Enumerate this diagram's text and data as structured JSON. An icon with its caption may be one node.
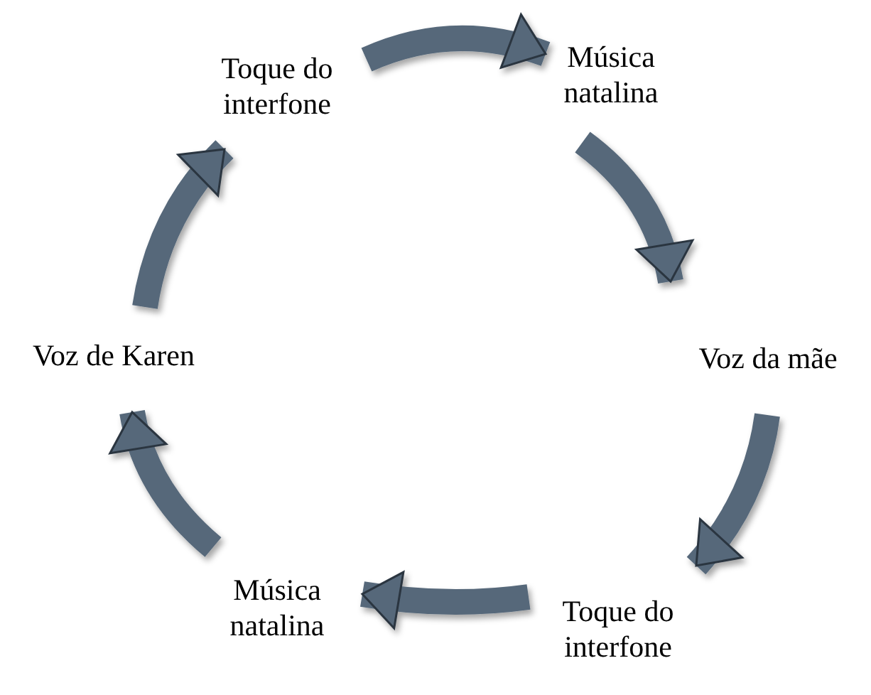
{
  "diagram": {
    "nodes": [
      {
        "text": [
          "Toque do interfone"
        ]
      },
      {
        "text": [
          "Música natalina"
        ]
      },
      {
        "text": [
          "Voz da mãe"
        ]
      },
      {
        "text": [
          "Toque do interfone"
        ]
      },
      {
        "text": [
          "Música natalina"
        ]
      },
      {
        "text": [
          "Voz de Karen"
        ]
      }
    ],
    "edges": [
      {
        "from": 0,
        "to": 1,
        "arrow": "to"
      },
      {
        "from": 1,
        "to": 2,
        "arrow": "to"
      },
      {
        "from": 2,
        "to": 3,
        "arrow": "to"
      },
      {
        "from": 3,
        "to": 4,
        "arrow": "to"
      },
      {
        "from": 4,
        "to": 5,
        "arrow": "to"
      },
      {
        "from": 5,
        "to": 0,
        "arrow": "to"
      }
    ]
  }
}
